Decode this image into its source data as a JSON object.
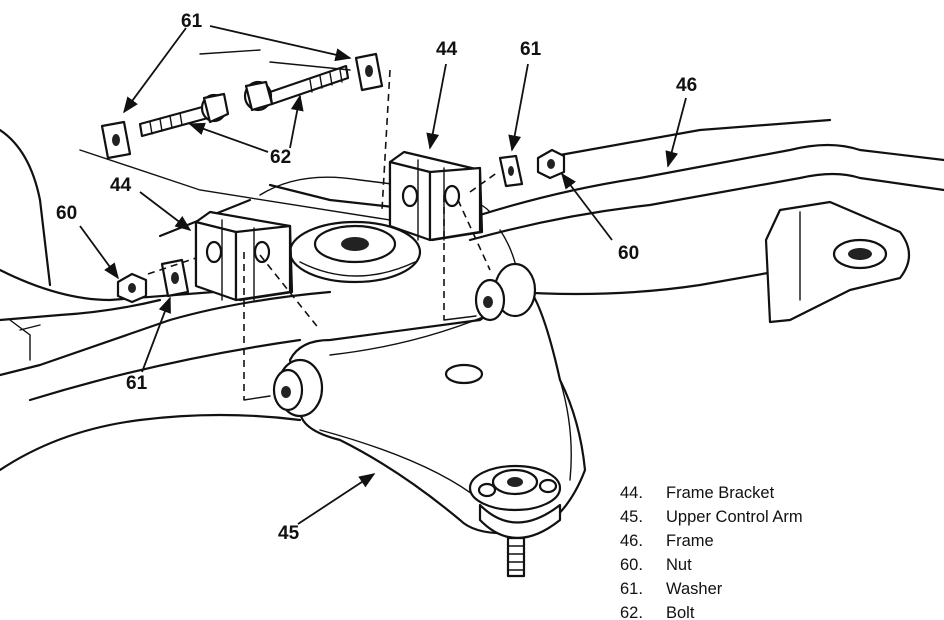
{
  "callouts": {
    "c61_top": "61",
    "c44_right": "44",
    "c61_right": "61",
    "c46": "46",
    "c62": "62",
    "c44_left": "44",
    "c60_left": "60",
    "c60_right": "60",
    "c61_left": "61",
    "c45": "45"
  },
  "legend": [
    {
      "number": "44.",
      "label": "Frame Bracket"
    },
    {
      "number": "45.",
      "label": "Upper Control Arm"
    },
    {
      "number": "46.",
      "label": "Frame"
    },
    {
      "number": "60.",
      "label": "Nut"
    },
    {
      "number": "61.",
      "label": "Washer"
    },
    {
      "number": "62.",
      "label": "Bolt"
    }
  ],
  "colors": {
    "ink": "#111111",
    "paper": "#ffffff"
  }
}
